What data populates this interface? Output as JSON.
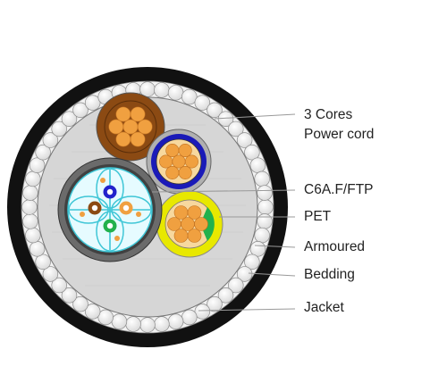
{
  "labels": {
    "cores_line1": "3 Cores",
    "cores_line2": "Power cord",
    "c6a": "C6A.F/FTP",
    "pet": "PET",
    "armoured": "Armoured",
    "bedding": "Bedding",
    "jacket": "Jacket"
  },
  "colors": {
    "jacket": "#111111",
    "armour_wire": "#e6e6e6",
    "filler": "#d4d4d4",
    "copper": "#f0a040",
    "brown_sheath": "#8b4a13",
    "blue_sheath": "#1a1ab8",
    "yellow_sheath": "#e8e800",
    "green_fill": "#22b14c",
    "data_outer": "#6b6b6b",
    "data_inner": "#e6fbff",
    "cyan_line": "#3fc6d6"
  }
}
